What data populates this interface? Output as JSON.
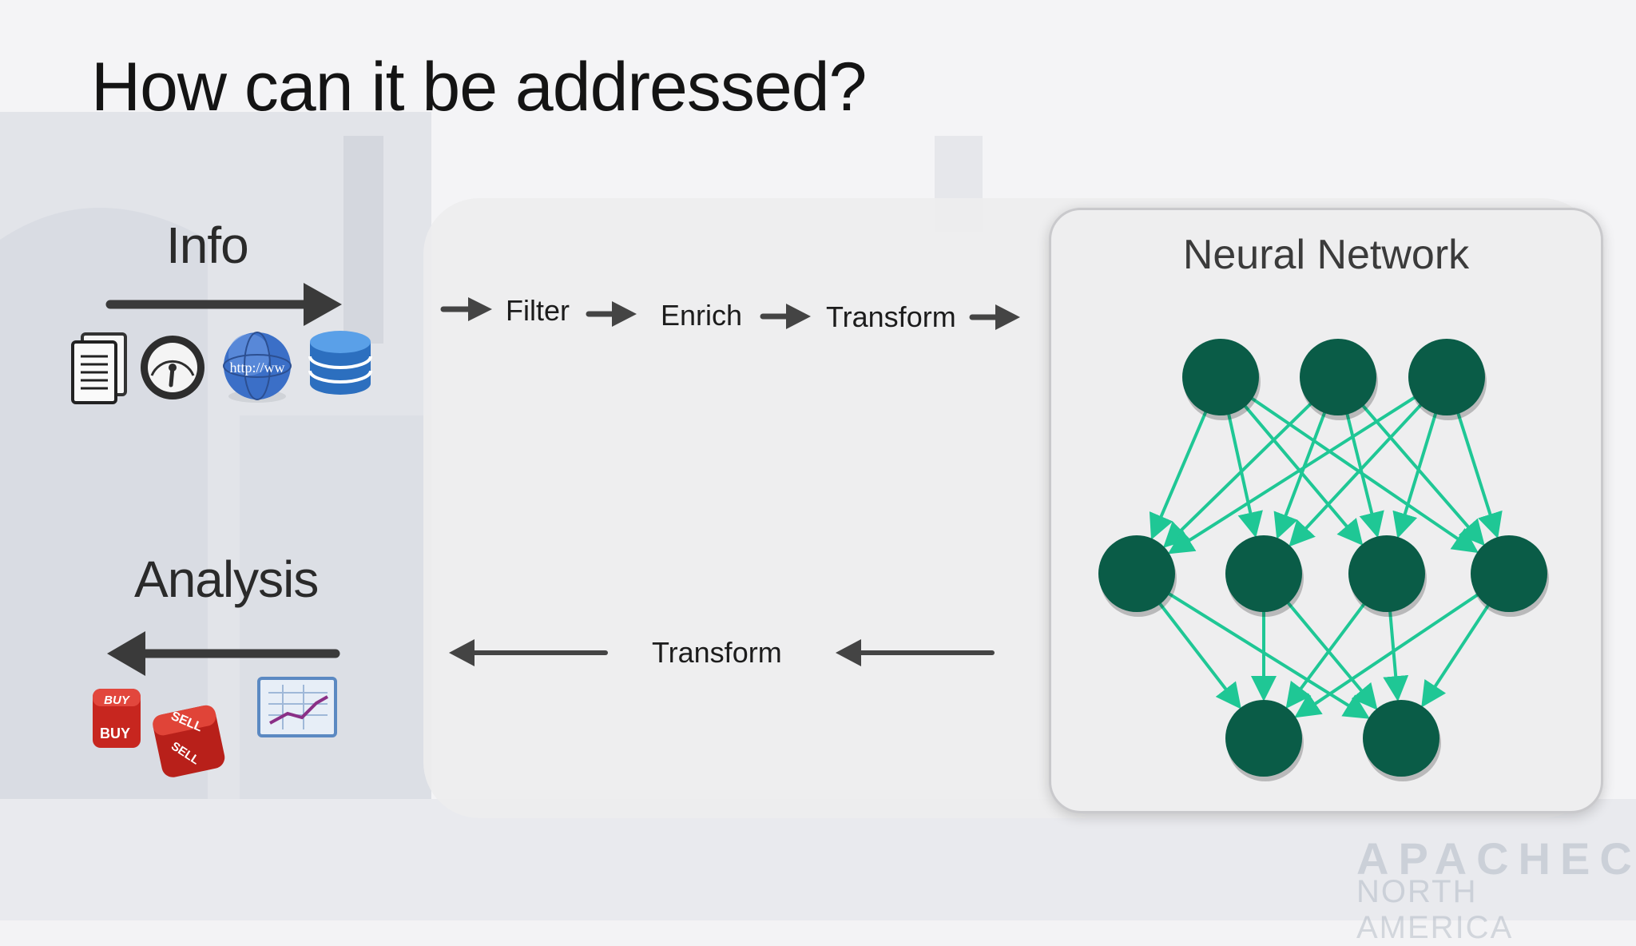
{
  "slide": {
    "title": "How can it be addressed?"
  },
  "left": {
    "info_label": "Info",
    "analysis_label": "Analysis",
    "info_icons": [
      "document-icon",
      "gauge-icon",
      "globe-icon",
      "database-icon"
    ],
    "globe_text": "http://ww",
    "analysis_icons": [
      "buy-dice-icon",
      "sell-dice-icon",
      "chart-icon"
    ],
    "dice_buy_text": "BUY",
    "dice_sell_text": "SELL"
  },
  "pipeline": {
    "steps": [
      "Filter",
      "Enrich",
      "Transform"
    ],
    "return_step": "Transform"
  },
  "network": {
    "title": "Neural Network",
    "layers": [
      3,
      4,
      2
    ],
    "node_color": "#0a5c47",
    "edge_color": "#1fc795"
  },
  "watermark": {
    "line1": "APACHECON",
    "line2": "NORTH AMERICA"
  }
}
